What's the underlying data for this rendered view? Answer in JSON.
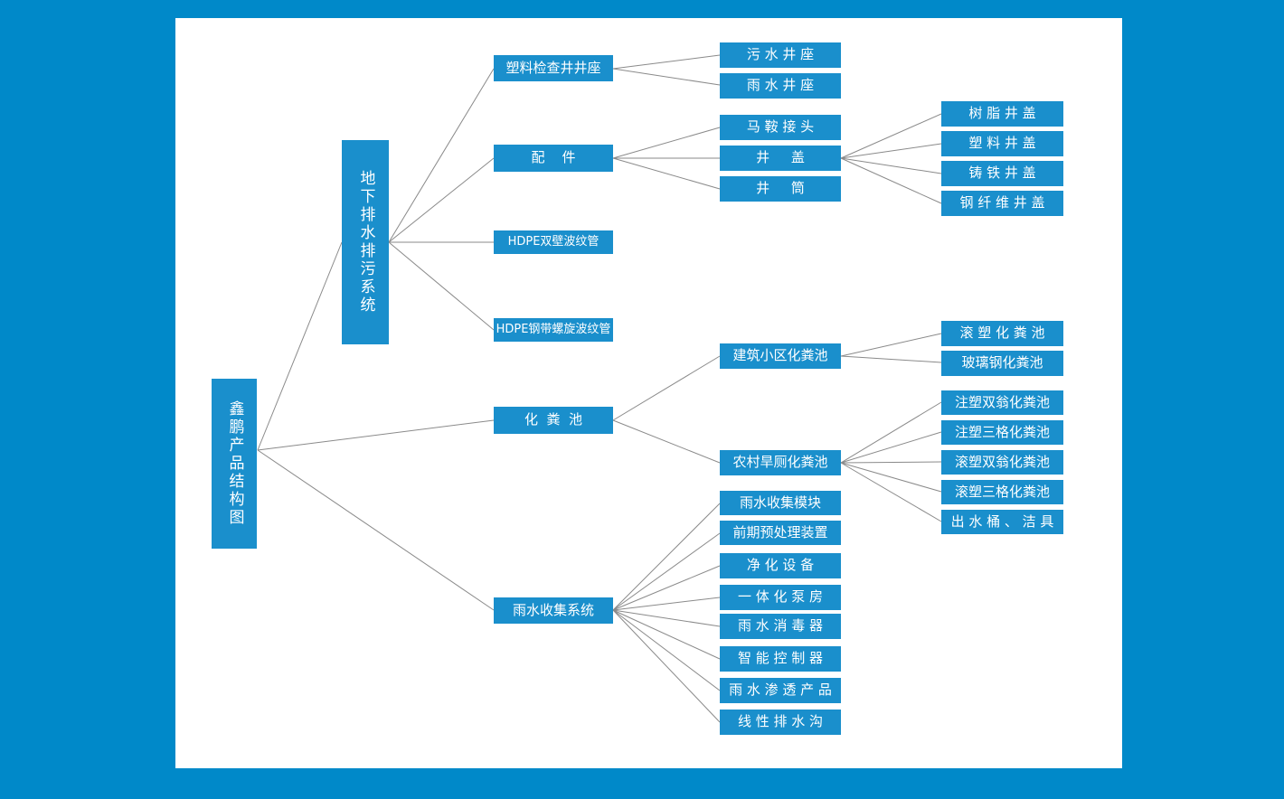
{
  "theme": {
    "page_background": "#0089c9",
    "panel_background": "#ffffff",
    "node_fill": "#1a8fcc",
    "node_text": "#ffffff",
    "connector": "#8a8a8a"
  },
  "diagram": {
    "type": "tree",
    "title": "鑫鹏产品结构图",
    "root": {
      "label": "鑫鹏产品结构图",
      "orientation": "vertical"
    },
    "level1": [
      {
        "label": "地下排水排污系统",
        "orientation": "vertical"
      }
    ],
    "level2": [
      {
        "label": "塑料检查井井座"
      },
      {
        "label": "配    件"
      },
      {
        "label": "HDPE双壁波纹管"
      },
      {
        "label": "HDPE钢带螺旋波纹管"
      },
      {
        "label": "化  粪  池"
      },
      {
        "label": "雨水收集系统"
      }
    ],
    "manhole_base_children": [
      {
        "label": "污 水 井 座"
      },
      {
        "label": "雨 水 井 座"
      }
    ],
    "fittings_children": [
      {
        "label": "马 鞍 接 头"
      },
      {
        "label": "井     盖"
      },
      {
        "label": "井     筒"
      }
    ],
    "cover_children": [
      {
        "label": "树 脂 井 盖"
      },
      {
        "label": "塑 料 井 盖"
      },
      {
        "label": "铸 铁 井 盖"
      },
      {
        "label": "钢 纤 维 井 盖"
      }
    ],
    "septic_children": [
      {
        "label": "建筑小区化粪池"
      },
      {
        "label": "农村旱厕化粪池"
      }
    ],
    "community_septic_children": [
      {
        "label": "滚 塑 化 粪 池"
      },
      {
        "label": "玻璃钢化粪池"
      }
    ],
    "rural_septic_children": [
      {
        "label": "注塑双翁化粪池"
      },
      {
        "label": "注塑三格化粪池"
      },
      {
        "label": "滚塑双翁化粪池"
      },
      {
        "label": "滚塑三格化粪池"
      },
      {
        "label": "出 水 桶 、 洁 具"
      }
    ],
    "rainwater_children": [
      {
        "label": "雨水收集模块"
      },
      {
        "label": "前期预处理装置"
      },
      {
        "label": "净 化 设 备"
      },
      {
        "label": "一 体 化 泵 房"
      },
      {
        "label": "雨 水 消 毒 器"
      },
      {
        "label": "智 能 控 制 器"
      },
      {
        "label": "雨 水 渗 透 产 品"
      },
      {
        "label": "线 性 排 水 沟"
      }
    ]
  }
}
